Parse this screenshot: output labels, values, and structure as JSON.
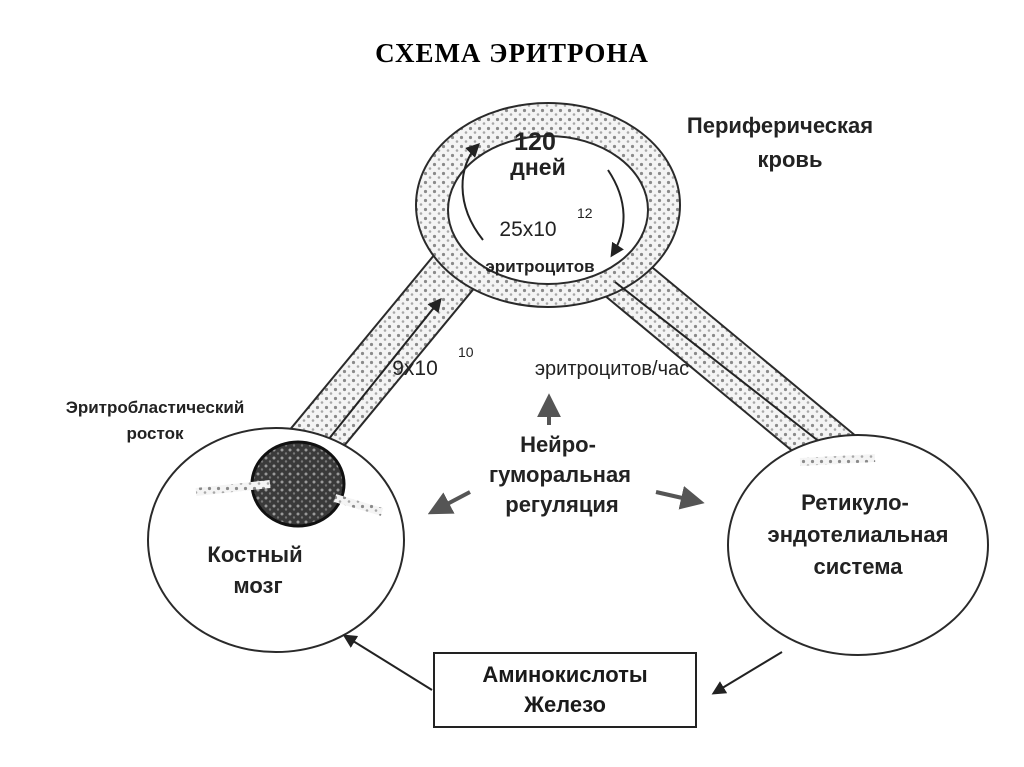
{
  "title": "СХЕМА ЭРИТРОНА",
  "peripheral_blood": {
    "line1": "Периферическая",
    "line2": "кровь",
    "days_value": "120",
    "days_label": "дней",
    "count_base": "25x10",
    "count_exp": "12",
    "count_label": "эритроцитов"
  },
  "flow": {
    "rate_base": "9x10",
    "rate_exp": "10",
    "rate_label": "эритроцитов/час"
  },
  "erythroblast": {
    "line1": "Эритробластический",
    "line2": "росток"
  },
  "regulation": {
    "line1": "Нейро-",
    "line2": "гуморальная",
    "line3": "регуляция"
  },
  "bone_marrow": {
    "line1": "Костный",
    "line2": "мозг"
  },
  "res": {
    "line1": "Ретикуло-",
    "line2": "эндотелиальная",
    "line3": "система"
  },
  "nutrients": {
    "line1": "Аминокислоты",
    "line2": "Железо"
  }
}
